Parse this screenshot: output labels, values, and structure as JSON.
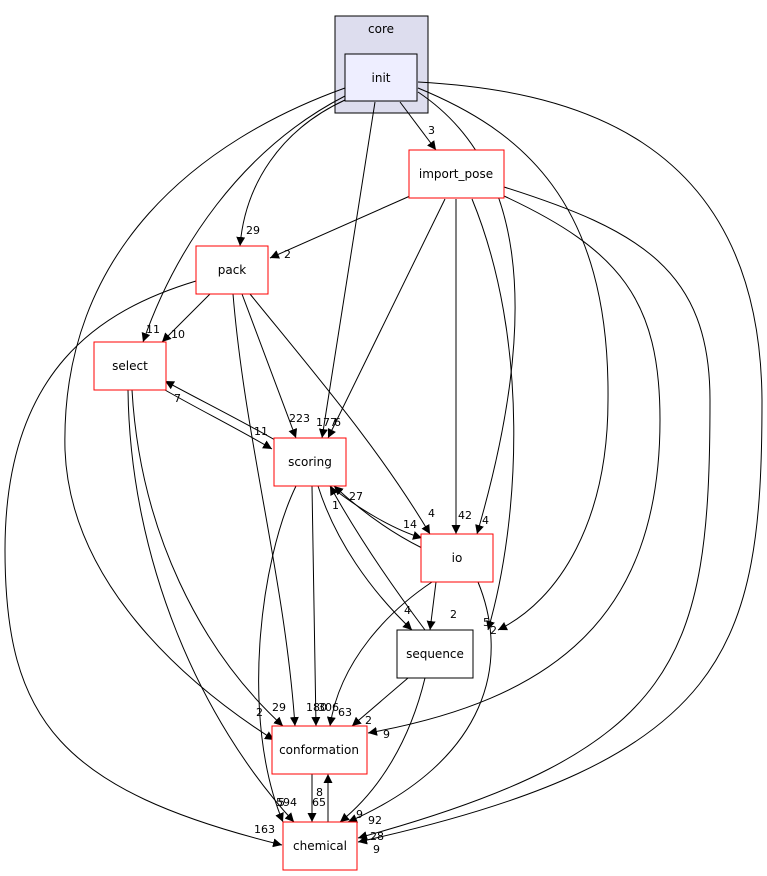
{
  "cluster": {
    "label": "core"
  },
  "nodes": {
    "init": "init",
    "import_pose": "import_pose",
    "pack": "pack",
    "select": "select",
    "scoring": "scoring",
    "io": "io",
    "sequence": "sequence",
    "conformation": "conformation",
    "chemical": "chemical"
  },
  "edge_labels": {
    "init_import_pose": "3",
    "init_pack": "29",
    "init_select": "11",
    "init_scoring": "177",
    "import_pose_scoring": "6",
    "init_io": "4",
    "import_pose_io": "42",
    "init_sequence": "5",
    "init_conformation": "2",
    "init_chemical": "28",
    "import_pose_pack": "2",
    "import_pose_sequence": "2",
    "import_pose_conformation": "9",
    "import_pose_chemical": "9",
    "pack_select": "10",
    "pack_scoring": "223",
    "pack_io": "4",
    "pack_conformation": "180",
    "pack_chemical": "163",
    "select_scoring": "11",
    "scoring_select": "7",
    "select_conformation": "29",
    "select_chemical": "594",
    "scoring_io": "14",
    "io_scoring": "27",
    "scoring_sequence": "4",
    "sequence_scoring": "1",
    "scoring_conformation": "306",
    "scoring_chemical": "5",
    "io_sequence": "2",
    "io_conformation": "63",
    "io_chemical": "92",
    "sequence_conformation": "2",
    "sequence_chemical": "9",
    "conformation_chemical": "65",
    "chemical_conformation": "8"
  },
  "colors": {
    "cluster_fill": "#ddddee",
    "cluster_border": "#000000",
    "init_fill": "#eeeeff",
    "node_border_red": "#ff0000",
    "node_border_black": "#000000",
    "edge": "#000000"
  }
}
